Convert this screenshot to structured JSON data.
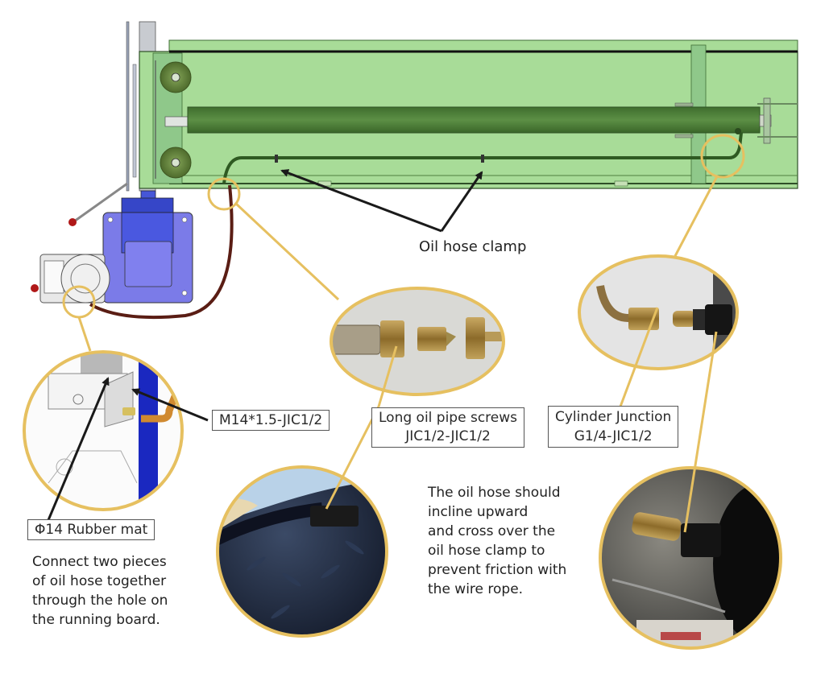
{
  "diagram": {
    "subject": "Hydraulic lift runway with oil hose routing",
    "colors": {
      "runway_fill": "#a8dc98",
      "runway_edge": "#3f6e36",
      "cylinder": "#4f7f3c",
      "pump_blue": "#7b7be8",
      "pump_dark_blue": "#4656d8",
      "hose": "#5a1d14",
      "callout_gold": "#e6c060",
      "arrow": "#1a1a1a"
    },
    "labels": {
      "oil_hose_clamp": "Oil hose clamp",
      "m14_fitting": "M14*1.5-JIC1/2",
      "long_pipe_line1": "Long oil pipe screws",
      "long_pipe_line2": "JIC1/2-JIC1/2",
      "cylinder_junction_line1": "Cylinder Junction",
      "cylinder_junction_line2": "G1/4-JIC1/2",
      "rubber_mat": "Φ14 Rubber mat"
    },
    "notes": {
      "connect_hose": [
        "Connect two pieces",
        "of oil hose together",
        "through the hole on",
        "the running board."
      ],
      "incline_hose": [
        "The oil hose should",
        "incline upward",
        "and cross over the",
        "oil hose clamp to",
        "prevent friction with",
        "the wire rope."
      ]
    },
    "detail_views": [
      {
        "name": "pump-outlet-detail",
        "content": "Pump outlet block with brass elbow fitting"
      },
      {
        "name": "long-pipe-screws-photo",
        "content": "Brass JIC fittings photo"
      },
      {
        "name": "cylinder-junction-photo",
        "content": "Cylinder junction fitting photo"
      },
      {
        "name": "hose-through-mat-photo",
        "content": "Hose passing through running board mat"
      },
      {
        "name": "cylinder-installed-photo",
        "content": "Installed cylinder fitting under lift"
      }
    ]
  }
}
